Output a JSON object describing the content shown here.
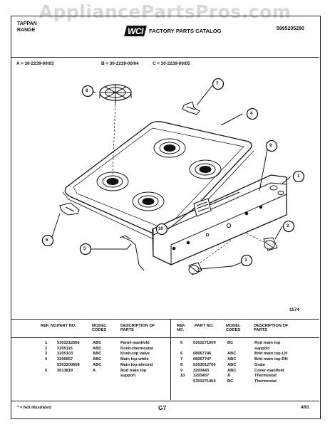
{
  "watermark": "AppliancePartsPros.com",
  "header": {
    "brand_line1": "TAPPAN",
    "brand_line2": "RANGE",
    "logo_text": "WCI",
    "catalog_title": "FACTORY PARTS CATALOG",
    "catalog_number": "5995205290"
  },
  "models": {
    "a": "A = 30-2239-00/03",
    "b": "B = 30-2239-00/04",
    "c": "C = 30-2239-00/05"
  },
  "callouts": [
    "1",
    "2",
    "3",
    "4",
    "5",
    "6",
    "7",
    "8",
    "9",
    "10"
  ],
  "diagram_code": "1574",
  "table": {
    "headers": {
      "ref": "REF. NO.",
      "part": "PART NO.",
      "model": "MODEL CODES",
      "desc": "DESCRIPTION OF PARTS"
    },
    "left_rows": [
      {
        "ref": "1",
        "part": "5303212656",
        "codes": "ABC",
        "desc": "Panel-manifold"
      },
      {
        "ref": "2",
        "part": "3205115",
        "codes": "ABC",
        "desc": "Knob-thermostat"
      },
      {
        "ref": "3",
        "part": "3205103",
        "codes": "ABC",
        "desc": "Knob-top valve"
      },
      {
        "ref": "4",
        "part": "3200657",
        "codes": "ABC",
        "desc": "Main top-white"
      },
      {
        "ref": "",
        "part": "5303200658",
        "codes": "ABC",
        "desc": "Main top-almond"
      },
      {
        "ref": "5",
        "part": "3013819",
        "codes": "A",
        "desc": "Rod main top"
      },
      {
        "ref": "",
        "part": "",
        "codes": "",
        "desc": "support"
      }
    ],
    "right_rows": [
      {
        "ref": "5",
        "part": "5303271609",
        "codes": "BC",
        "desc": "Rod main top"
      },
      {
        "ref": "",
        "part": "",
        "codes": "",
        "desc": "support"
      },
      {
        "ref": "6",
        "part": "08067746",
        "codes": "ABC",
        "desc": "Brkt main top-LH"
      },
      {
        "ref": "7",
        "part": "08067747",
        "codes": "ABC",
        "desc": "Brkt main top-RH"
      },
      {
        "ref": "8",
        "part": "5303012700",
        "codes": "ABC",
        "desc": "Grate"
      },
      {
        "ref": "9",
        "part": "3203443",
        "codes": "ABC",
        "desc": "Cover-manifold"
      },
      {
        "ref": "10",
        "part": "3203457",
        "codes": "A",
        "desc": "Thermostat"
      },
      {
        "ref": "",
        "part": "5303271464",
        "codes": "BC",
        "desc": "Thermostat"
      }
    ]
  },
  "footer": {
    "note": "* = Not Illustrated",
    "page": "G7",
    "date": "4/91"
  }
}
